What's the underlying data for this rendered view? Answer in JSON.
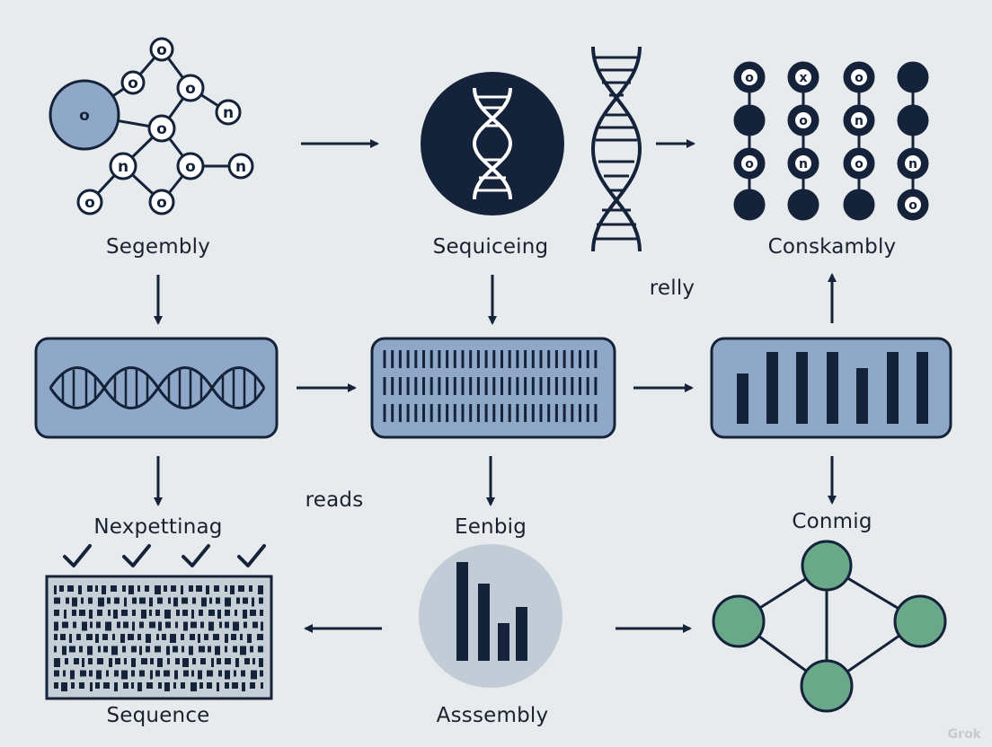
{
  "colors": {
    "background": "#e8ebee",
    "navy": "#14223a",
    "panel_fill": "#8fa8c8",
    "panel_border": "#14223a",
    "green_node": "#6aa88a",
    "light_node": "#8fa8c8",
    "white": "#ffffff",
    "grey_circle": "#c2ccd6"
  },
  "labels": {
    "segembly": "Segembly",
    "sequiceing": "Sequiceing",
    "conskambly": "Conskambly",
    "relly": "relly",
    "reads": "reads",
    "nexpettinag": "Nexpettinag",
    "eenbig": "Eenbig",
    "conmig": "Conmig",
    "sequence": "Sequence",
    "asssembly": "Asssembly"
  },
  "graph_node_letters": [
    "o",
    "o",
    "o",
    "o",
    "n",
    "o",
    "n",
    "o",
    "n",
    "o",
    "o"
  ],
  "grid_letters": [
    [
      "o",
      "x",
      "o",
      ""
    ],
    [
      "",
      "o",
      "n",
      ""
    ],
    [
      "o",
      "n",
      "o",
      "n"
    ],
    [
      "",
      "",
      "",
      "o"
    ]
  ],
  "watermark": "Grok"
}
